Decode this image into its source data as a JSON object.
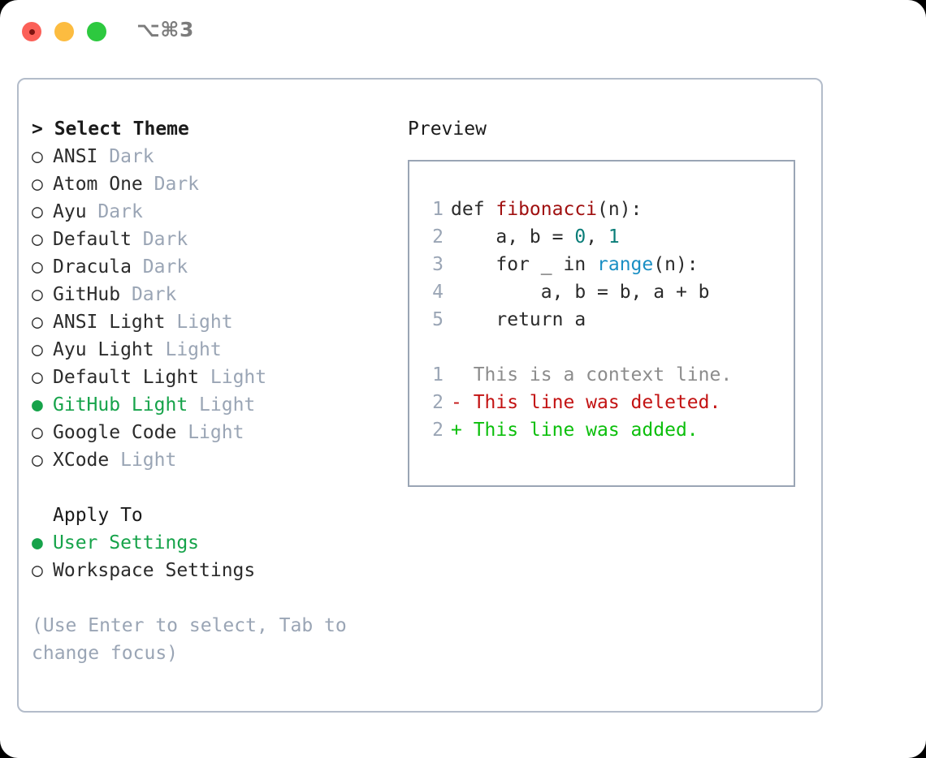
{
  "titlebar": {
    "shortcut": "⌥⌘3",
    "buttons": [
      {
        "name": "close",
        "color": "#fb6058"
      },
      {
        "name": "minimize",
        "color": "#fcbc40"
      },
      {
        "name": "maximize",
        "color": "#2dc93f"
      }
    ]
  },
  "theme_picker": {
    "header": "> Select Theme",
    "options": [
      {
        "marker": "○",
        "label": "ANSI",
        "suffix": "Dark",
        "selected": false
      },
      {
        "marker": "○",
        "label": "Atom One",
        "suffix": "Dark",
        "selected": false
      },
      {
        "marker": "○",
        "label": "Ayu",
        "suffix": "Dark",
        "selected": false
      },
      {
        "marker": "○",
        "label": "Default",
        "suffix": "Dark",
        "selected": false
      },
      {
        "marker": "○",
        "label": "Dracula",
        "suffix": "Dark",
        "selected": false
      },
      {
        "marker": "○",
        "label": "GitHub",
        "suffix": "Dark",
        "selected": false
      },
      {
        "marker": "○",
        "label": "ANSI Light",
        "suffix": "Light",
        "selected": false
      },
      {
        "marker": "○",
        "label": "Ayu Light",
        "suffix": "Light",
        "selected": false
      },
      {
        "marker": "○",
        "label": "Default Light",
        "suffix": "Light",
        "selected": false
      },
      {
        "marker": "●",
        "label": "GitHub Light",
        "suffix": "Light",
        "selected": true
      },
      {
        "marker": "○",
        "label": "Google Code",
        "suffix": "Light",
        "selected": false
      },
      {
        "marker": "○",
        "label": "XCode",
        "suffix": "Light",
        "selected": false
      }
    ]
  },
  "apply_to": {
    "header": "Apply To",
    "options": [
      {
        "marker": "●",
        "label": "User Settings",
        "selected": true
      },
      {
        "marker": "○",
        "label": "Workspace Settings",
        "selected": false
      }
    ]
  },
  "hint": "(Use Enter to select, Tab to change focus)",
  "preview": {
    "title": "Preview",
    "code_lines": [
      {
        "num": "1",
        "tokens": [
          {
            "text": "def ",
            "type": "kw"
          },
          {
            "text": "fibonacci",
            "type": "fn"
          },
          {
            "text": "(n):",
            "type": "plain"
          }
        ]
      },
      {
        "num": "2",
        "tokens": [
          {
            "text": "    a, b = ",
            "type": "plain"
          },
          {
            "text": "0",
            "type": "num"
          },
          {
            "text": ", ",
            "type": "plain"
          },
          {
            "text": "1",
            "type": "num"
          }
        ]
      },
      {
        "num": "3",
        "tokens": [
          {
            "text": "    for _ in ",
            "type": "plain"
          },
          {
            "text": "range",
            "type": "builtin"
          },
          {
            "text": "(n):",
            "type": "plain"
          }
        ]
      },
      {
        "num": "4",
        "tokens": [
          {
            "text": "        a, b = b, a + b",
            "type": "plain"
          }
        ]
      },
      {
        "num": "5",
        "tokens": [
          {
            "text": "    return a",
            "type": "plain"
          }
        ]
      }
    ],
    "diff_lines": [
      {
        "num": "1",
        "text": "  This is a context line.",
        "kind": "context"
      },
      {
        "num": "2",
        "text": "- This line was deleted.",
        "kind": "deleted"
      },
      {
        "num": "2",
        "text": "+ This line was added.",
        "kind": "added"
      }
    ]
  },
  "colors": {
    "panel_border": "#b3bcca",
    "preview_border": "#9aa5b5",
    "muted": "#9aa5b5",
    "selected_green": "#16a34a",
    "diff_added": "#0cbf0c",
    "diff_deleted": "#c31313",
    "token_function": "#a01010",
    "token_number": "#0a7d78",
    "token_builtin": "#1a8fc4"
  }
}
